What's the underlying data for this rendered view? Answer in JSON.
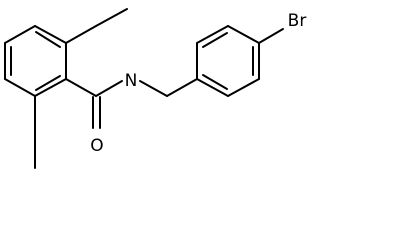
{
  "molecule": {
    "atoms": {
      "nitrogen": "N",
      "oxygen": "O",
      "bromine": "Br"
    }
  }
}
